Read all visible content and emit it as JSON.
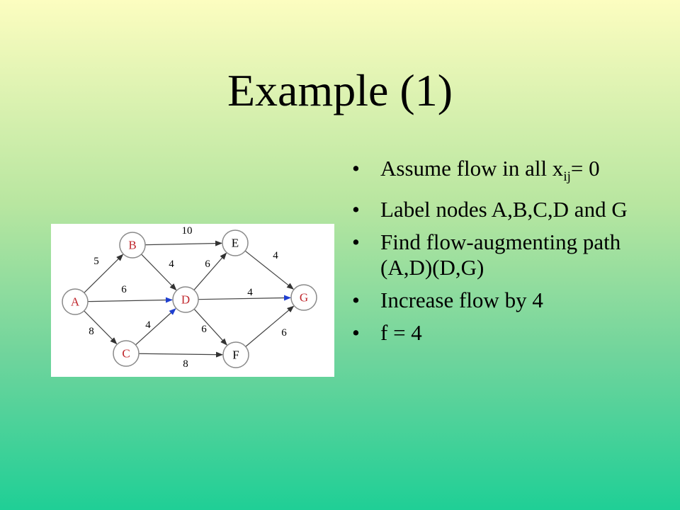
{
  "slide": {
    "title": "Example (1)"
  },
  "bullets": [
    {
      "text": "Assume flow in all x",
      "sub": "ij",
      "after": "= 0"
    },
    {
      "text": "Label nodes A,B,C,D and G"
    },
    {
      "text": "Find flow-augmenting path (A,D)(D,G)"
    },
    {
      "text": "Increase flow by 4"
    },
    {
      "text": "f = 4"
    }
  ],
  "bullet_symbol": "•",
  "graph": {
    "nodes": [
      {
        "id": "A",
        "labeled": true
      },
      {
        "id": "B",
        "labeled": true
      },
      {
        "id": "C",
        "labeled": true
      },
      {
        "id": "D",
        "labeled": true
      },
      {
        "id": "E",
        "labeled": false
      },
      {
        "id": "F",
        "labeled": false
      },
      {
        "id": "G",
        "labeled": true
      }
    ],
    "edges": [
      {
        "from": "A",
        "to": "B",
        "capacity": "5"
      },
      {
        "from": "A",
        "to": "D",
        "capacity": "6",
        "highlight": true
      },
      {
        "from": "A",
        "to": "C",
        "capacity": "8"
      },
      {
        "from": "B",
        "to": "E",
        "capacity": "10"
      },
      {
        "from": "B",
        "to": "D",
        "capacity": "4"
      },
      {
        "from": "C",
        "to": "D",
        "capacity": "4",
        "highlight": true
      },
      {
        "from": "C",
        "to": "F",
        "capacity": "8"
      },
      {
        "from": "D",
        "to": "E",
        "capacity": "6"
      },
      {
        "from": "D",
        "to": "G",
        "capacity": "4",
        "highlight": true
      },
      {
        "from": "D",
        "to": "F",
        "capacity": "6"
      },
      {
        "from": "E",
        "to": "G",
        "capacity": "4"
      },
      {
        "from": "F",
        "to": "G",
        "capacity": "6"
      }
    ],
    "colors": {
      "labeled_node": "#c0272d",
      "unlabeled_node": "#000000",
      "highlight_arrow": "#1f3fd0",
      "edge": "#444444"
    }
  }
}
